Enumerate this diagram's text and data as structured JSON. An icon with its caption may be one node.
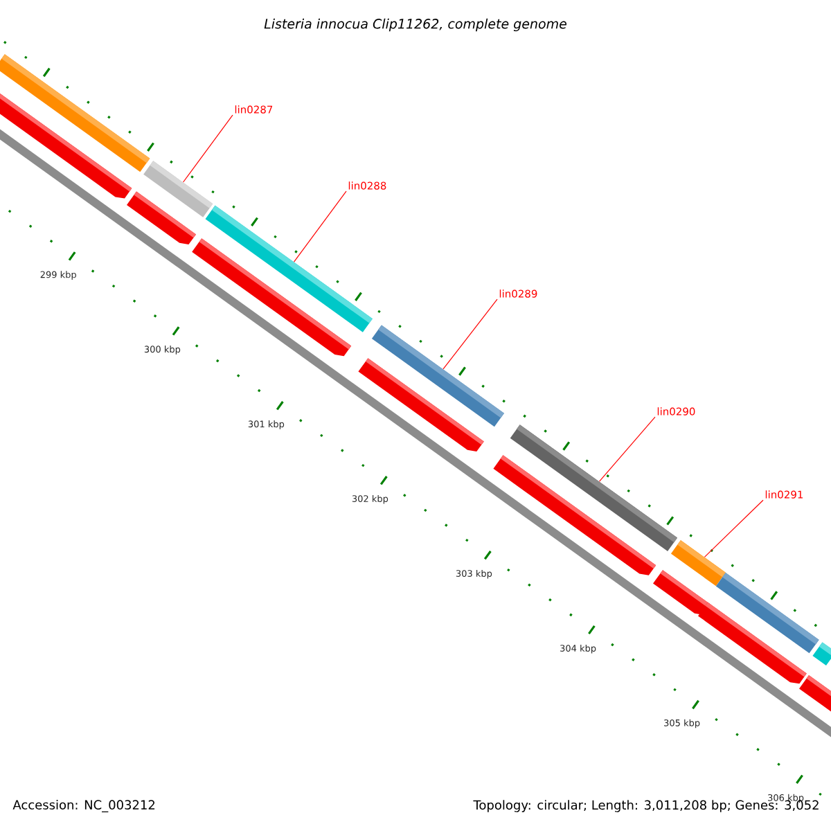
{
  "diagram": {
    "title": "Listeria innocua Clip11262, complete genome",
    "nodes": [
      {
        "text": [],
        "shape": "bar"
      },
      {
        "text": [
          "lin0287"
        ]
      },
      {
        "text": [],
        "shape": "bar"
      },
      {
        "text": [
          "lin0288"
        ]
      },
      {
        "text": [],
        "shape": "bar"
      },
      {
        "text": [
          "lin0289"
        ]
      },
      {
        "text": [],
        "shape": "bar"
      },
      {
        "text": [
          "lin0290"
        ]
      },
      {
        "text": [],
        "shape": "bar"
      },
      {
        "text": [
          "lin0291"
        ]
      },
      {
        "text": [],
        "shape": "bar"
      },
      {
        "text": [],
        "shape": "bar"
      },
      {
        "text": [],
        "shape": "bar"
      }
    ],
    "edges": [
      {
        "from": 1,
        "to": 2,
        "arrow": "none"
      },
      {
        "from": 3,
        "to": 4,
        "arrow": "none"
      },
      {
        "from": 5,
        "to": 6,
        "arrow": "none"
      },
      {
        "from": 7,
        "to": 8,
        "arrow": "none"
      },
      {
        "from": 9,
        "to": 10,
        "arrow": "none"
      }
    ],
    "labels": [
      "299 kbp",
      "300 kbp",
      "301 kbp",
      "302 kbp",
      "303 kbp",
      "304 kbp",
      "305 kbp",
      "306 kbp",
      "Accession: NC_003212",
      "Topology: circular; Length: 3,011,208 bp; Genes: 3,052"
    ]
  }
}
